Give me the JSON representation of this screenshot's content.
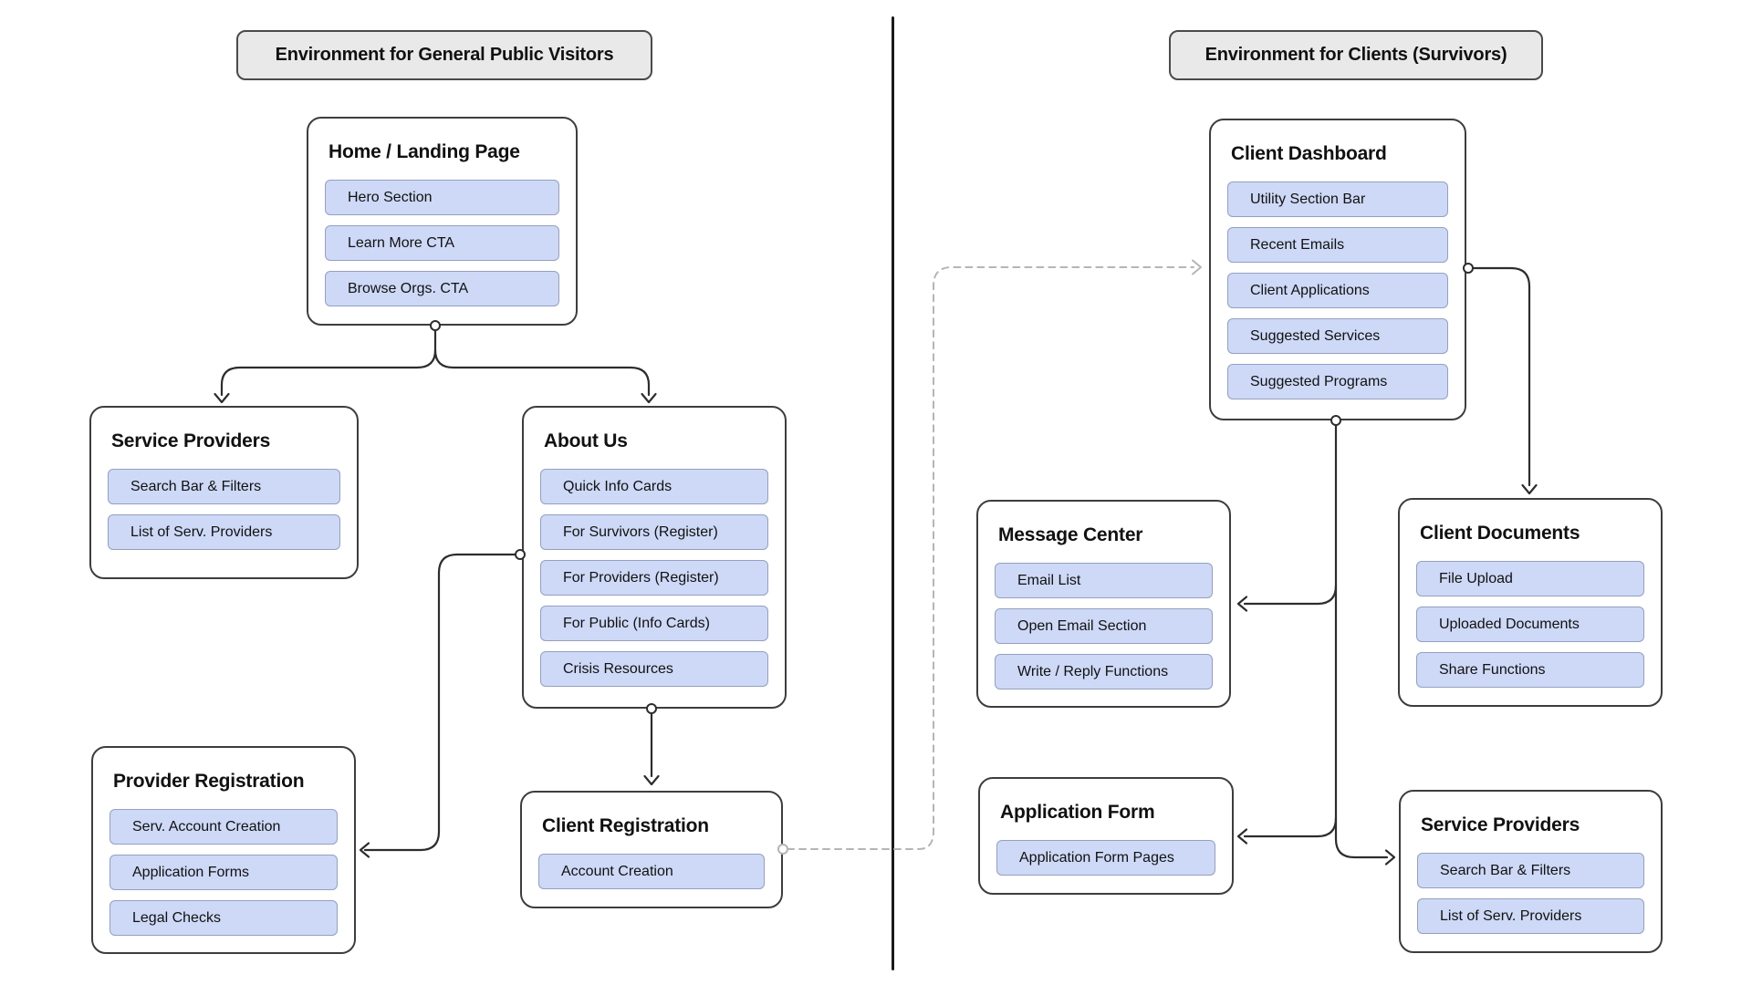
{
  "diagram": {
    "headers": [
      {
        "id": "public",
        "label": "Environment for General Public Visitors"
      },
      {
        "id": "clients",
        "label": "Environment for Clients (Survivors)"
      }
    ],
    "cards": [
      {
        "id": "home",
        "title": "Home / Landing Page",
        "items": [
          "Hero Section",
          "Learn More CTA",
          "Browse Orgs. CTA"
        ]
      },
      {
        "id": "service-providers-left",
        "title": "Service Providers",
        "items": [
          "Search Bar & Filters",
          "List of Serv. Providers"
        ]
      },
      {
        "id": "about-us",
        "title": "About Us",
        "items": [
          "Quick Info Cards",
          "For Survivors (Register)",
          "For Providers (Register)",
          "For Public (Info Cards)",
          "Crisis Resources"
        ]
      },
      {
        "id": "provider-registration",
        "title": "Provider Registration",
        "items": [
          "Serv. Account Creation",
          "Application Forms",
          "Legal Checks"
        ]
      },
      {
        "id": "client-registration",
        "title": "Client Registration",
        "items": [
          "Account Creation"
        ]
      },
      {
        "id": "client-dashboard",
        "title": "Client Dashboard",
        "items": [
          "Utility Section Bar",
          "Recent Emails",
          "Client Applications",
          "Suggested Services",
          "Suggested Programs"
        ]
      },
      {
        "id": "message-center",
        "title": "Message Center",
        "items": [
          "Email List",
          "Open Email Section",
          "Write / Reply Functions"
        ]
      },
      {
        "id": "client-documents",
        "title": "Client Documents",
        "items": [
          "File Upload",
          "Uploaded Documents",
          "Share Functions"
        ]
      },
      {
        "id": "application-form",
        "title": "Application Form",
        "items": [
          "Application Form Pages"
        ]
      },
      {
        "id": "service-providers-right",
        "title": "Service Providers",
        "items": [
          "Search Bar & Filters",
          "List of Serv. Providers"
        ]
      }
    ],
    "connectors": [
      {
        "from": "home",
        "to": "service-providers-left",
        "style": "solid-arrow"
      },
      {
        "from": "home",
        "to": "about-us",
        "style": "solid-arrow"
      },
      {
        "from": "about-us",
        "to": "provider-registration",
        "style": "solid-arrow"
      },
      {
        "from": "about-us",
        "to": "client-registration",
        "style": "solid-arrow"
      },
      {
        "from": "client-registration",
        "to": "client-dashboard",
        "style": "dashed-arrow"
      },
      {
        "from": "client-dashboard",
        "to": "client-documents",
        "style": "solid-arrow"
      },
      {
        "from": "client-dashboard",
        "to": "message-center",
        "style": "solid-arrow"
      },
      {
        "from": "client-dashboard",
        "to": "application-form",
        "style": "solid-arrow"
      },
      {
        "from": "client-dashboard",
        "to": "service-providers-right",
        "style": "solid-arrow"
      }
    ],
    "colors": {
      "card_border": "#3d3d3d",
      "pill_bg": "#cdd9f6",
      "pill_border": "#94a0bf",
      "header_bg": "#e9e9e9",
      "header_border": "#4a4a4a",
      "connector": "#2d2d2d",
      "connector_dashed": "#b5b5b5",
      "divider": "#1a1a1a",
      "text": "#111111"
    }
  }
}
